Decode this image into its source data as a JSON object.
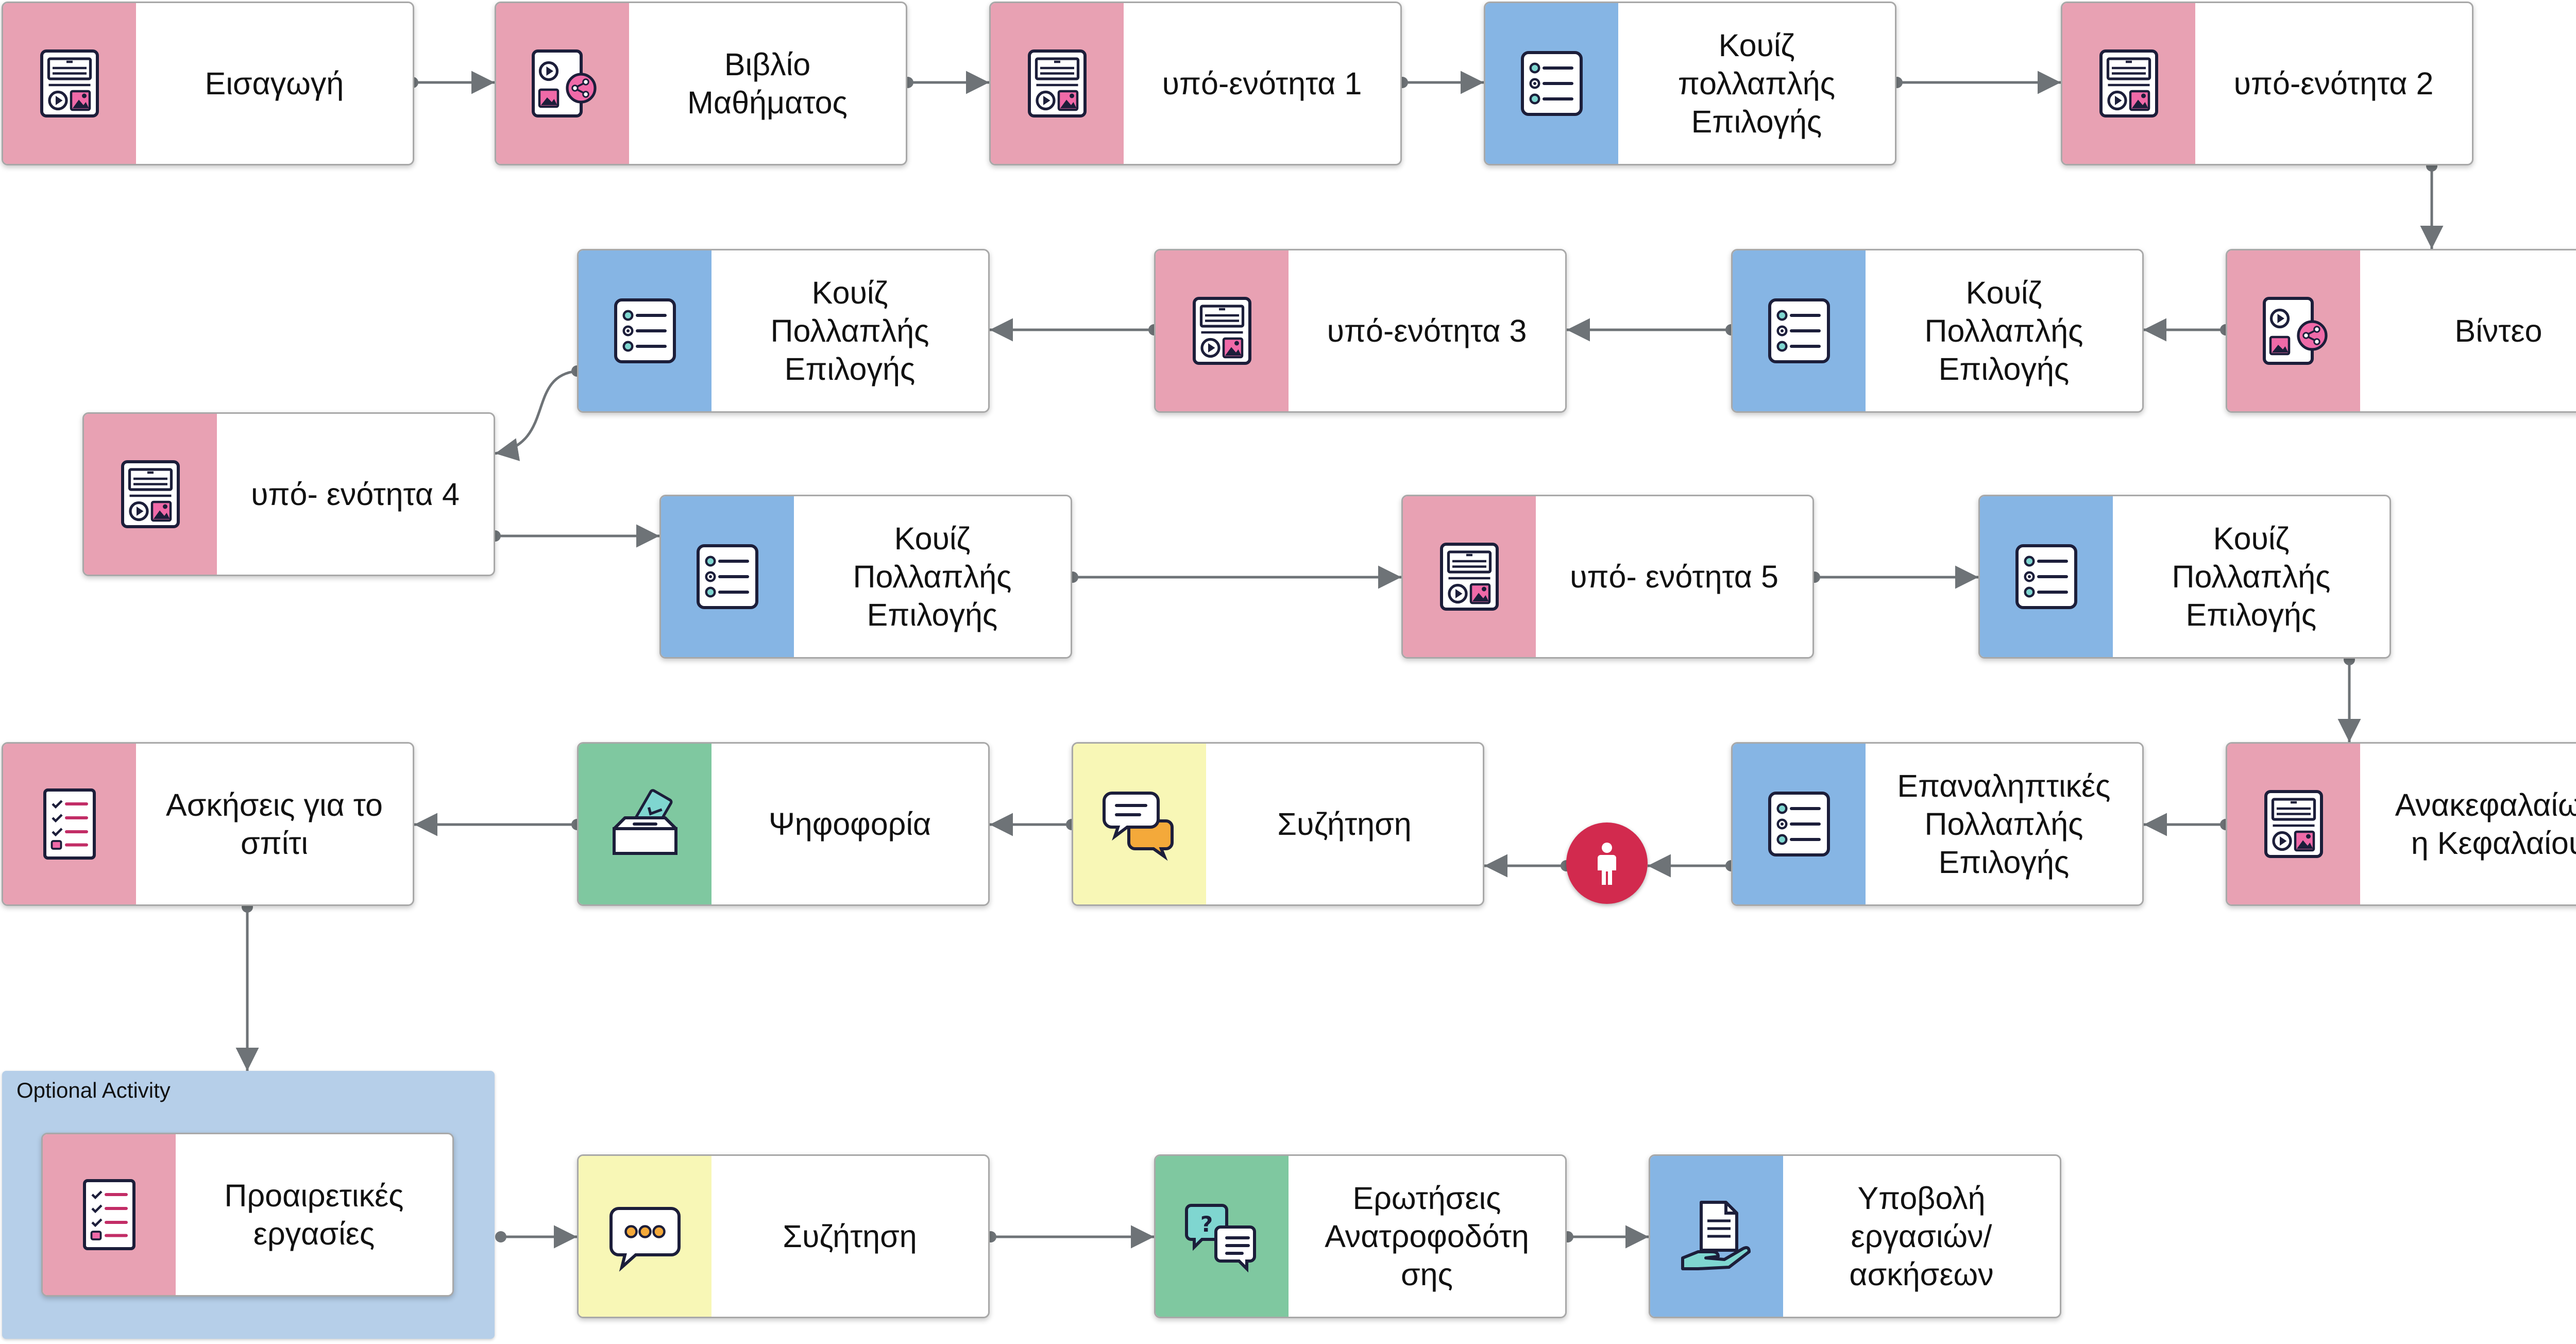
{
  "optional_group": {
    "title": "Optional Activity"
  },
  "nodes": {
    "n1": {
      "label": "Εισαγωγή",
      "icon": "content-page-icon"
    },
    "n2": {
      "label": "Βιβλίο\nΜαθήματος",
      "icon": "shared-content-icon"
    },
    "n3": {
      "label": "υπό-ενότητα 1",
      "icon": "content-page-icon"
    },
    "n4": {
      "label": "Κουίζ\nπολλαπλής\nΕπιλογής",
      "icon": "quiz-list-icon"
    },
    "n5": {
      "label": "υπό-ενότητα 2",
      "icon": "content-page-icon"
    },
    "n6": {
      "label": "Βίντεο",
      "icon": "shared-content-icon"
    },
    "n7": {
      "label": "Κουίζ\nΠολλαπλής\nΕπιλογής",
      "icon": "quiz-list-icon"
    },
    "n8": {
      "label": "υπό-ενότητα 3",
      "icon": "content-page-icon"
    },
    "n9": {
      "label": "Κουίζ\nΠολλαπλής\nΕπιλογής",
      "icon": "quiz-list-icon"
    },
    "n10": {
      "label": "υπό- ενότητα 4",
      "icon": "content-page-icon"
    },
    "n11": {
      "label": "Κουίζ\nΠολλαπλής\nΕπιλογής",
      "icon": "quiz-list-icon"
    },
    "n12": {
      "label": "υπό- ενότητα 5",
      "icon": "content-page-icon"
    },
    "n13": {
      "label": "Κουίζ\nΠολλαπλής\nΕπιλογής",
      "icon": "quiz-list-icon"
    },
    "n14": {
      "label": "Ανακεφαλαίωσ\nη Κεφαλαίου",
      "icon": "content-page-icon"
    },
    "n15": {
      "label": "Επαναληπτικές\nΠολλαπλής\nΕπιλογής",
      "icon": "quiz-list-icon"
    },
    "n16": {
      "label": "Συζήτηση",
      "icon": "chat-bubbles-icon"
    },
    "n17": {
      "label": "Ψηφοφορία",
      "icon": "ballot-box-icon"
    },
    "n18": {
      "label": "Ασκήσεις για το\nσπίτι",
      "icon": "checklist-icon"
    },
    "n19": {
      "label": "Προαιρετικές\nεργασίες",
      "icon": "checklist-icon"
    },
    "n20": {
      "label": "Συζήτηση",
      "icon": "speech-bubble-icon"
    },
    "n21": {
      "label": "Ερωτήσεις\nΑνατροφοδότη\nσης",
      "icon": "question-chat-icon"
    },
    "n22": {
      "label": "Υποβολή\nεργασιών/\nασκήσεων",
      "icon": "document-hand-icon"
    }
  },
  "person_node": {
    "icon": "person-icon"
  },
  "colors": {
    "content": "#e8a1b3",
    "quiz": "#86b5e4",
    "discussion": "#f8f7b6",
    "engagement": "#7fc8a0",
    "person": "#d22a4e",
    "group": "#b6cfe9",
    "connector": "#6e7377"
  }
}
